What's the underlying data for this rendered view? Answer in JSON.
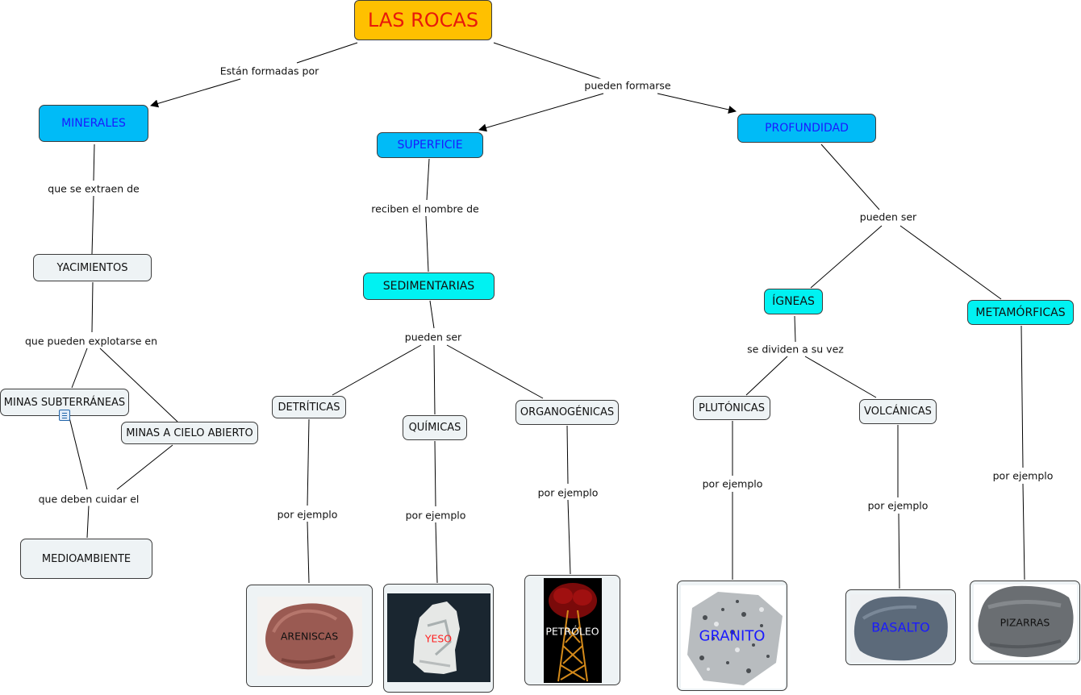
{
  "root": {
    "label": "LAS ROCAS"
  },
  "nodes": {
    "minerales": "MINERALES",
    "superficie": "SUPERFICIE",
    "profundidad": "PROFUNDIDAD",
    "yacimientos": "YACIMIENTOS",
    "sedimentarias": "SEDIMENTARIAS",
    "igneas": "ÍGNEAS",
    "metamorficas": "METAMÓRFICAS",
    "minas_subterraneas": "MINAS SUBTERRÁNEAS",
    "minas_cielo": "MINAS A CIELO ABIERTO",
    "medioambiente": "MEDIOAMBIENTE",
    "detriticas": "DETRÍTICAS",
    "quimicas": "QUÍMICAS",
    "organogenicas": "ORGANOGÉNICAS",
    "plutonicas": "PLUTÓNICAS",
    "volcanicas": "VOLCÁNICAS"
  },
  "examples": {
    "areniscas": "ARENISCAS",
    "yeso": "YESO",
    "petroleo": "PETRÓLEO",
    "granito": "GRANITO",
    "basalto": "BASALTO",
    "pizarras": "PIZARRAS"
  },
  "links": {
    "estan_formadas": "Están formadas por",
    "pueden_formarse": "pueden formarse",
    "se_extraen": "que se extraen de",
    "reciben_nombre": "reciben el nombre de",
    "pueden_ser_prof": "pueden ser",
    "pueden_explotarse": "que pueden explotarse en",
    "pueden_ser_sed": "pueden ser",
    "se_dividen": "se dividen a su vez",
    "deben_cuidar": "que deben cuidar el",
    "ejemplo_detriticas": "por ejemplo",
    "ejemplo_quimicas": "por ejemplo",
    "ejemplo_organogenicas": "por ejemplo",
    "ejemplo_plutonicas": "por ejemplo",
    "ejemplo_volcanicas": "por ejemplo",
    "ejemplo_metamorficas": "por ejemplo"
  },
  "colors": {
    "root_fill": "#ffc000",
    "root_text": "#e8190b",
    "level1_fill": "#00bbf7",
    "level1_text": "#1a1aff",
    "level2_fill": "#00f2f2",
    "leaf_fill": "#eef3f5"
  },
  "icons": {
    "resource": "document-icon"
  }
}
